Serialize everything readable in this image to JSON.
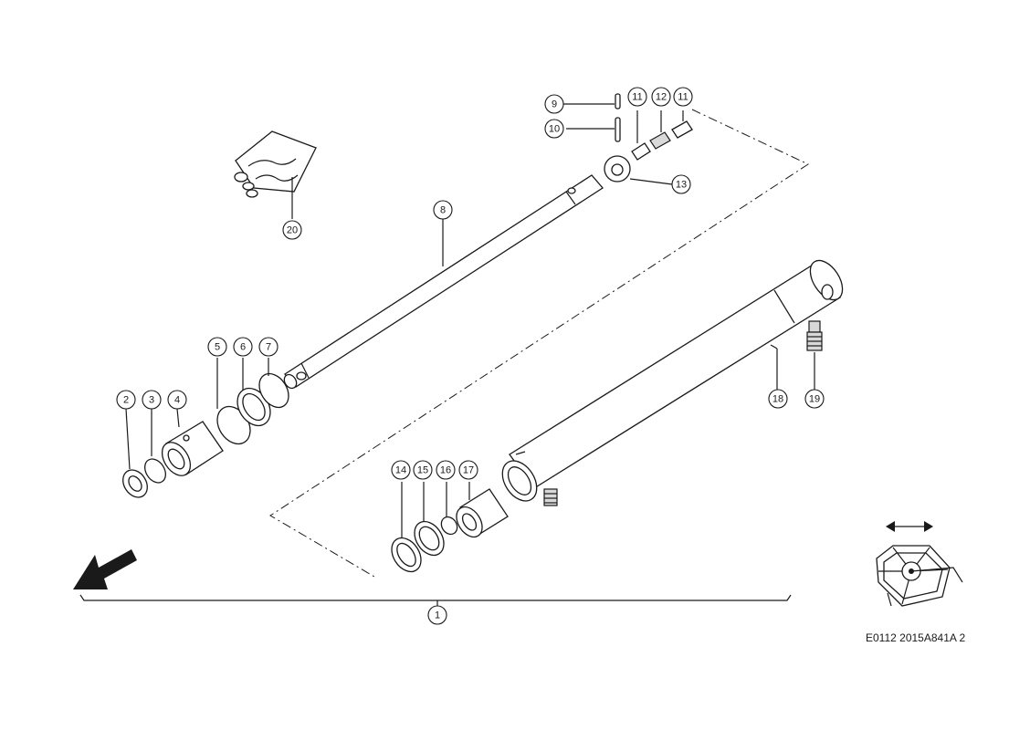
{
  "diagram": {
    "reference_code": "E0112 2015A841A 2",
    "callouts": [
      "1",
      "2",
      "3",
      "4",
      "5",
      "6",
      "7",
      "8",
      "9",
      "10",
      "11",
      "12",
      "11",
      "13",
      "14",
      "15",
      "16",
      "17",
      "18",
      "19",
      "20"
    ]
  }
}
